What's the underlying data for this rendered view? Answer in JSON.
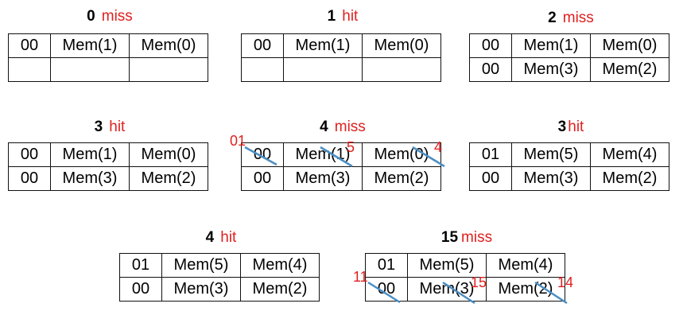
{
  "colors": {
    "result": "#e02020",
    "strike": "#4a8ec4",
    "border": "#111111"
  },
  "steps": [
    {
      "addr": "0",
      "result": "miss",
      "rows": [
        [
          "00",
          "Mem(1)",
          "Mem(0)"
        ],
        [
          "",
          "",
          ""
        ]
      ]
    },
    {
      "addr": "1",
      "result": "hit",
      "rows": [
        [
          "00",
          "Mem(1)",
          "Mem(0)"
        ],
        [
          "",
          "",
          ""
        ]
      ]
    },
    {
      "addr": "2",
      "result": "miss",
      "rows": [
        [
          "00",
          "Mem(1)",
          "Mem(0)"
        ],
        [
          "00",
          "Mem(3)",
          "Mem(2)"
        ]
      ]
    },
    {
      "addr": "3",
      "result": "hit",
      "rows": [
        [
          "00",
          "Mem(1)",
          "Mem(0)"
        ],
        [
          "00",
          "Mem(3)",
          "Mem(2)"
        ]
      ]
    },
    {
      "addr": "4",
      "result": "miss",
      "rows": [
        [
          "00",
          "Mem(1)",
          "Mem(0)"
        ],
        [
          "00",
          "Mem(3)",
          "Mem(2)"
        ]
      ],
      "replacements": [
        "01",
        "5",
        "4"
      ]
    },
    {
      "addr": "3",
      "result": "hit",
      "rows": [
        [
          "01",
          "Mem(5)",
          "Mem(4)"
        ],
        [
          "00",
          "Mem(3)",
          "Mem(2)"
        ]
      ]
    },
    {
      "addr": "4",
      "result": "hit",
      "rows": [
        [
          "01",
          "Mem(5)",
          "Mem(4)"
        ],
        [
          "00",
          "Mem(3)",
          "Mem(2)"
        ]
      ]
    },
    {
      "addr": "15",
      "result": "miss",
      "rows": [
        [
          "01",
          "Mem(5)",
          "Mem(4)"
        ],
        [
          "00",
          "Mem(3)",
          "Mem(2)"
        ]
      ],
      "replacements": [
        "11",
        "15",
        "14"
      ]
    }
  ]
}
